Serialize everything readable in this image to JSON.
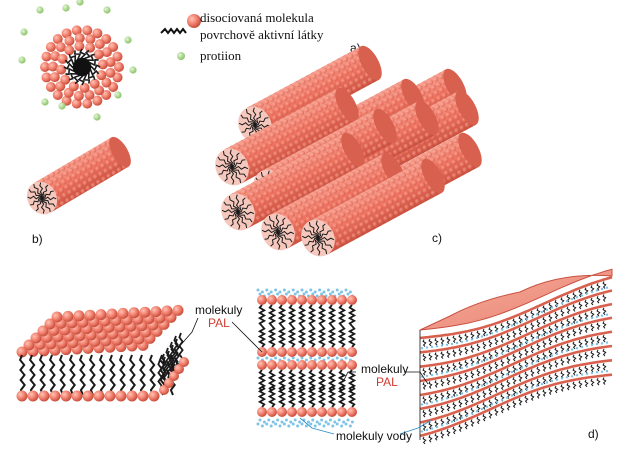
{
  "legend": {
    "molecule_line1": "disociovaná molekula",
    "molecule_line2": "povrchově aktivní látky",
    "counterion": "protiion"
  },
  "panels": {
    "a": "a)",
    "b": "b)",
    "c": "c)",
    "d": "d)"
  },
  "labels": {
    "molekuly_1": "molekuly",
    "pal_1": "PAL",
    "molekuly_2": "molekuly",
    "pal_2": "PAL",
    "molekuly_vody": "molekuly vody"
  },
  "colors": {
    "head": "#f2816f",
    "head_dark": "#d8604e",
    "tail": "#1a1a1a",
    "counterion": "#a9d98a",
    "water": "#7fc3e6",
    "pal_text": "#d23b2e",
    "sheet_top": "#f4a294"
  }
}
